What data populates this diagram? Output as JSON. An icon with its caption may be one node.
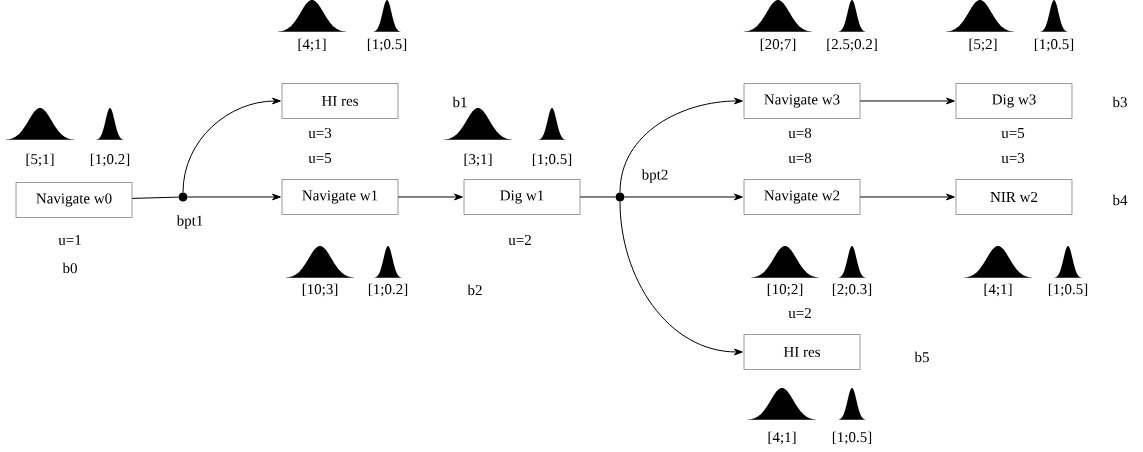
{
  "diagram": {
    "nodes": [
      {
        "text": [
          "Navigate w0"
        ],
        "beside": [
          "[5;1]",
          "[1;0.2]",
          "u=1",
          "b0"
        ]
      },
      {
        "text": [],
        "shape": "circle",
        "beside": [
          "bpt1"
        ]
      },
      {
        "text": [
          "HI res"
        ],
        "beside": [
          "[4;1]",
          "[1;0.5]",
          "u=3",
          "b1"
        ]
      },
      {
        "text": [
          "Navigate w1"
        ],
        "beside": [
          "u=5",
          "[10;3]",
          "[1;0.2]"
        ]
      },
      {
        "text": [
          "Dig w1"
        ],
        "beside": [
          "[3;1]",
          "[1;0.5]",
          "u=2"
        ]
      },
      {
        "text": [],
        "shape": "circle",
        "beside": [
          "bpt2"
        ]
      },
      {
        "text": [
          "Navigate w3"
        ],
        "beside": [
          "[20;7]",
          "[2.5;0.2]",
          "u=8"
        ]
      },
      {
        "text": [
          "Dig w3"
        ],
        "beside": [
          "[5;2]",
          "[1;0.5]",
          "u=5",
          "b3"
        ]
      },
      {
        "text": [
          "Navigate w2"
        ],
        "beside": [
          "u=8",
          "[10;2]",
          "[2;0.3]",
          "u=2"
        ]
      },
      {
        "text": [
          "NIR w2"
        ],
        "beside": [
          "u=3",
          "[4;1]",
          "[1;0.5]",
          "b4"
        ]
      },
      {
        "text": [
          "HI res"
        ],
        "beside": [
          "b5",
          "[4;1]",
          "[1;0.5]"
        ]
      }
    ],
    "edges": [
      {
        "from": 0,
        "to": 1,
        "arrow": "none"
      },
      {
        "from": 1,
        "to": 2,
        "arrow": "to"
      },
      {
        "from": 1,
        "to": 3,
        "arrow": "to"
      },
      {
        "from": 3,
        "to": 4,
        "arrow": "to"
      },
      {
        "from": 4,
        "to": 5,
        "arrow": "none"
      },
      {
        "from": 5,
        "to": 6,
        "arrow": "to"
      },
      {
        "from": 5,
        "to": 8,
        "arrow": "to"
      },
      {
        "from": 5,
        "to": 10,
        "arrow": "to"
      },
      {
        "from": 6,
        "to": 7,
        "arrow": "to"
      },
      {
        "from": 8,
        "to": 9,
        "arrow": "to"
      }
    ],
    "labels": [
      "b2"
    ]
  }
}
